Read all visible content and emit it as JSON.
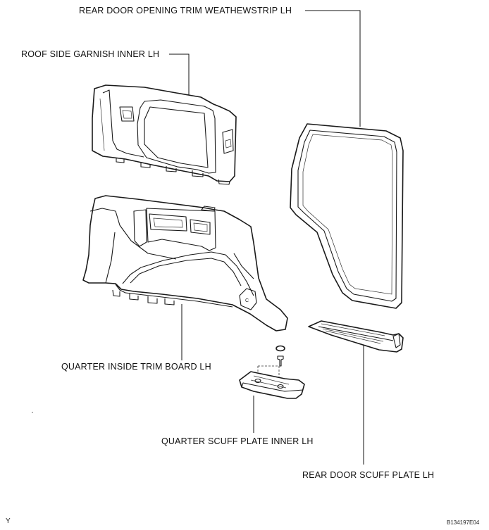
{
  "labels": {
    "rear_door_opening_trim": "REAR DOOR OPENING TRIM WEATHEWSTRIP LH",
    "roof_side_garnish": "ROOF SIDE GARNISH INNER LH",
    "quarter_inside_trim": "QUARTER INSIDE TRIM BOARD LH",
    "quarter_scuff_plate": "QUARTER SCUFF PLATE INNER LH",
    "rear_door_scuff_plate": "REAR DOOR SCUFF PLATE LH"
  },
  "side_marker": "Y",
  "figure_code": "B134197E04",
  "part_mark": "C"
}
